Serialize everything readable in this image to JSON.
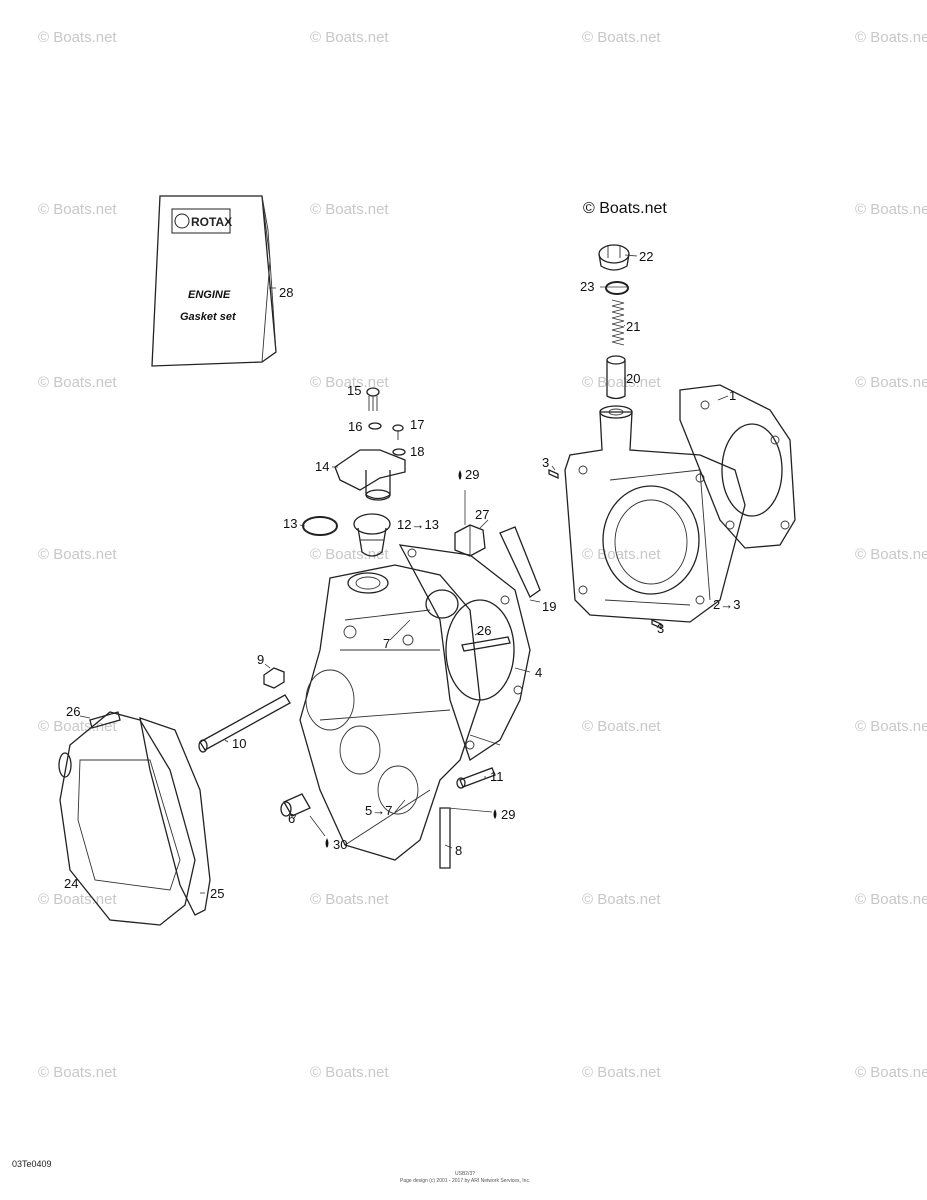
{
  "watermark": "© Boats.net",
  "copyright_mark": "© Boats.net",
  "booklet": {
    "brand": "ROTAX",
    "title": "ENGINE",
    "subtitle": "Gasket set"
  },
  "callouts": {
    "c1": "1",
    "c2": "2→3",
    "c3a": "3",
    "c3b": "3",
    "c4": "4",
    "c5": "5→7",
    "c6": "6",
    "c7": "7",
    "c8": "8",
    "c9": "9",
    "c10": "10",
    "c11": "11",
    "c12": "12→13",
    "c13": "13",
    "c14": "14",
    "c15": "15",
    "c16": "16",
    "c17": "17",
    "c18": "18",
    "c19": "19",
    "c20": "20",
    "c21": "21",
    "c22": "22",
    "c23": "23",
    "c24": "24",
    "c25": "25",
    "c26a": "26",
    "c26b": "26",
    "c27": "27",
    "c28": "28",
    "c29a": "29",
    "c29b": "29",
    "c30": "30"
  },
  "footer": {
    "code": "03Te0409",
    "tiny_id": "USB2/3?",
    "tiny_text": "Page design (c) 2001 - 2017 by ARI Network Services, Inc."
  }
}
